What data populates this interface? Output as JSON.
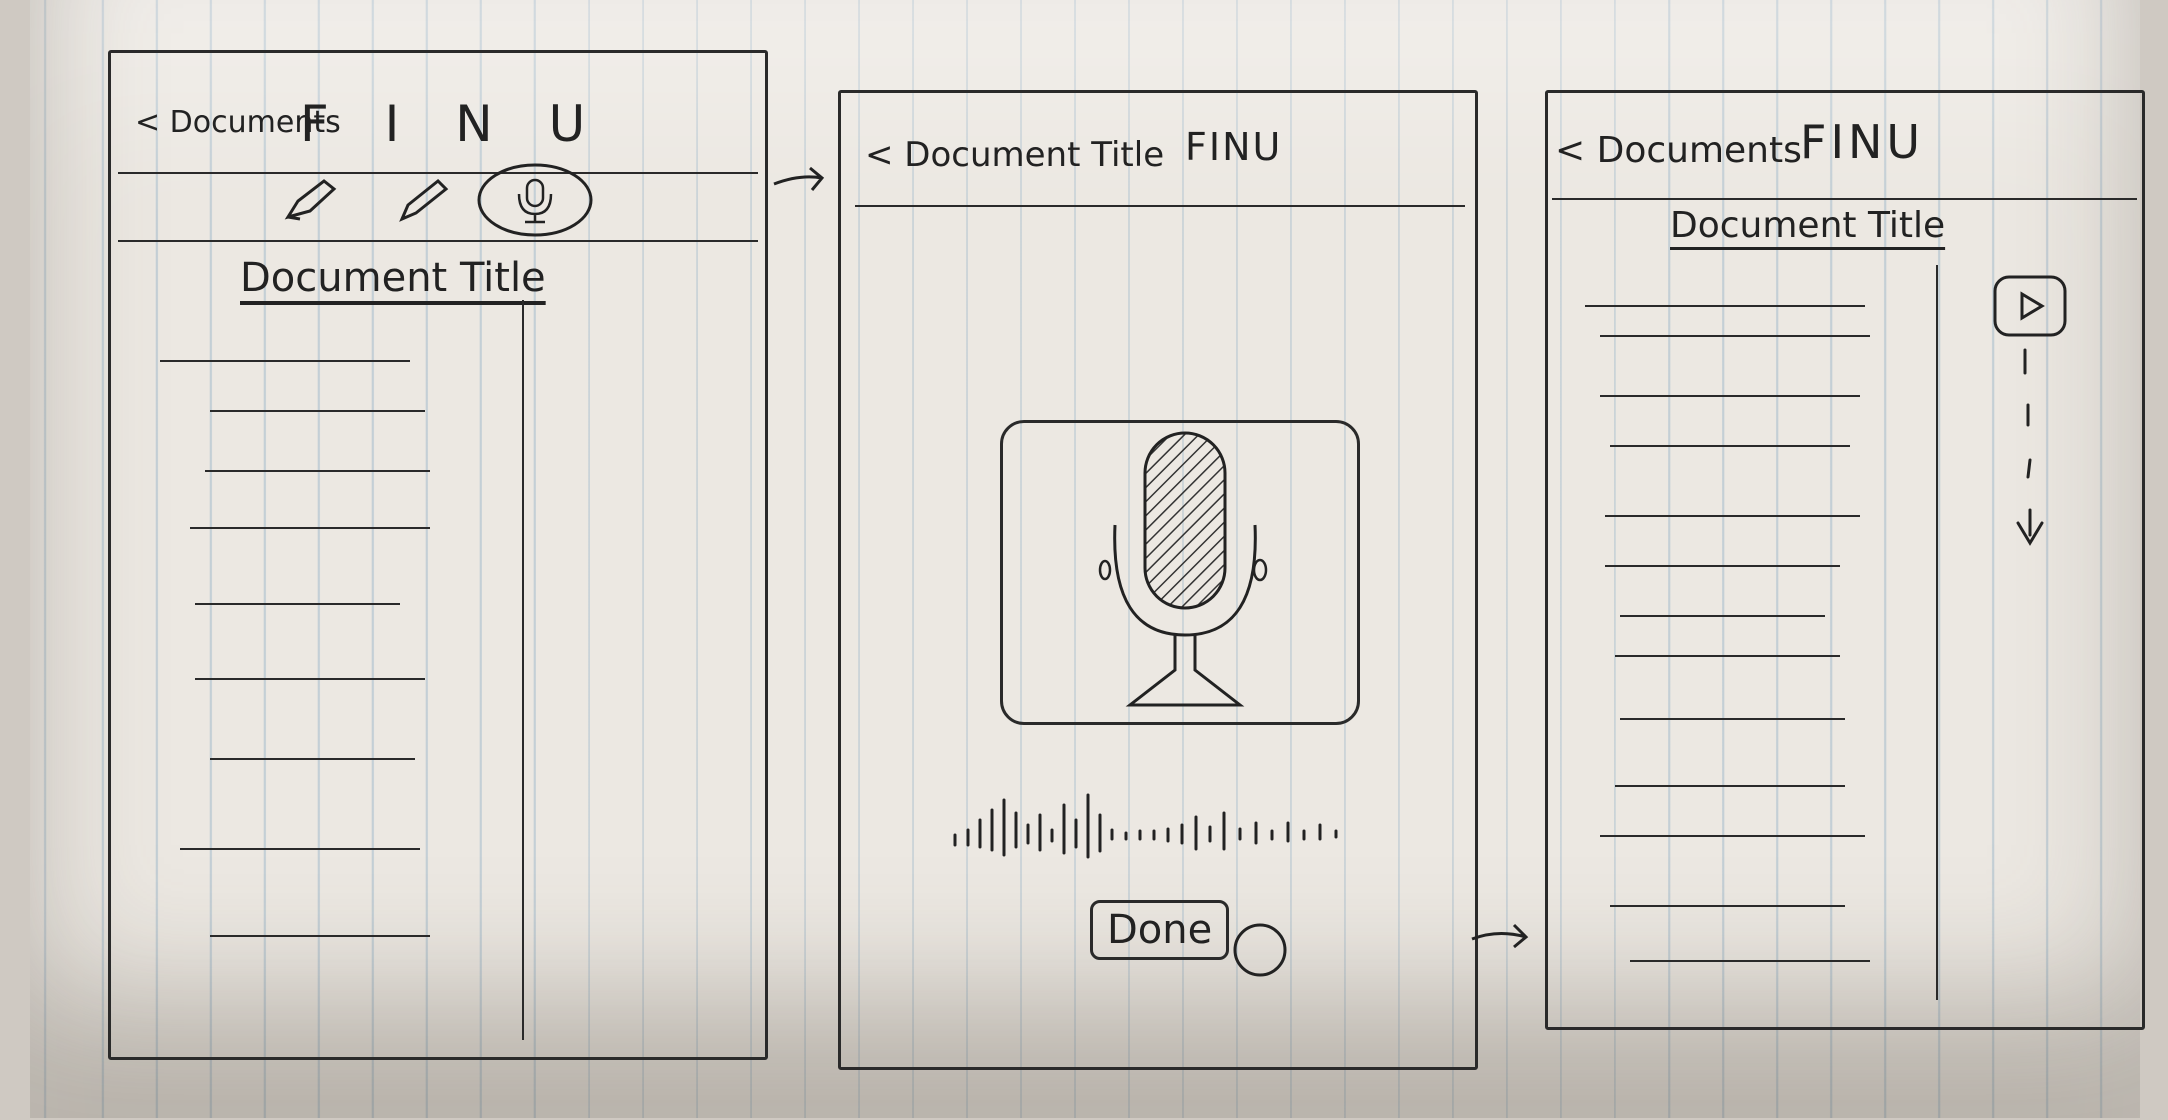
{
  "screen1": {
    "back_label": "< Documents",
    "format_label": "F I N U",
    "title": "Document Title"
  },
  "screen2": {
    "back_label": "< Document Title",
    "format_label": "FINU",
    "done_label": "Done"
  },
  "screen3": {
    "back_label": "< Documents",
    "format_label": "FINU",
    "title": "Document Title"
  },
  "icons": {
    "highlighter": "highlighter-icon",
    "pencil": "pencil-icon",
    "microphone": "microphone-icon",
    "play": "play-icon",
    "flow_arrow": "arrow-right-icon"
  }
}
